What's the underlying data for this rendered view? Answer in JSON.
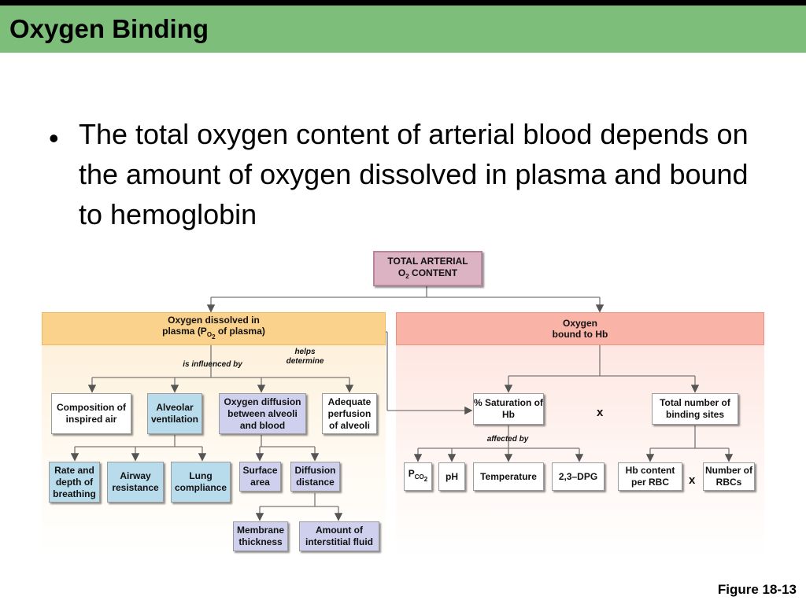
{
  "slide": {
    "title": "Oxygen Binding",
    "bullet_symbol": "•",
    "bullet_text": "The total oxygen content of arterial blood depends on the amount of oxygen dissolved in plasma and bound to hemoglobin",
    "figure_label": "Figure 18-13"
  },
  "diagram": {
    "root": {
      "line1": "TOTAL ARTERIAL",
      "line2_pre": "O",
      "line2_sub": "2",
      "line2_post": " CONTENT"
    },
    "left_header": {
      "line1": "Oxygen dissolved in",
      "line2_pre": "plasma (P",
      "line2_sub": "O",
      "line2_subsub": "2",
      "line2_post": " of plasma)"
    },
    "right_header": {
      "line1": "Oxygen",
      "line2": "bound to Hb"
    },
    "labels": {
      "influenced": "is influenced by",
      "helps1": "helps",
      "helps2": "determine",
      "affected": "affected by",
      "times1": "x",
      "times2": "x"
    },
    "left_boxes": {
      "composition": "Composition of inspired air",
      "alveolar": "Alveolar ventilation",
      "diffusion": "Oxygen diffusion between alveoli and blood",
      "perfusion": "Adequate perfusion of alveoli",
      "rate": "Rate and depth of breathing",
      "airway": "Airway resistance",
      "lung": "Lung compliance",
      "surface": "Surface area",
      "distance": "Diffusion distance",
      "membrane": "Membrane thickness",
      "interstitial": "Amount of interstitial fluid"
    },
    "right_boxes": {
      "saturation": "% Saturation of Hb",
      "binding_sites": "Total number of binding sites",
      "pco2_pre": "P",
      "pco2_sub": "CO",
      "pco2_subsub": "2",
      "ph": "pH",
      "temperature": "Temperature",
      "dpg": "2,3–DPG",
      "hb_content": "Hb content per RBC",
      "rbc_count": "Number of RBCs"
    }
  }
}
